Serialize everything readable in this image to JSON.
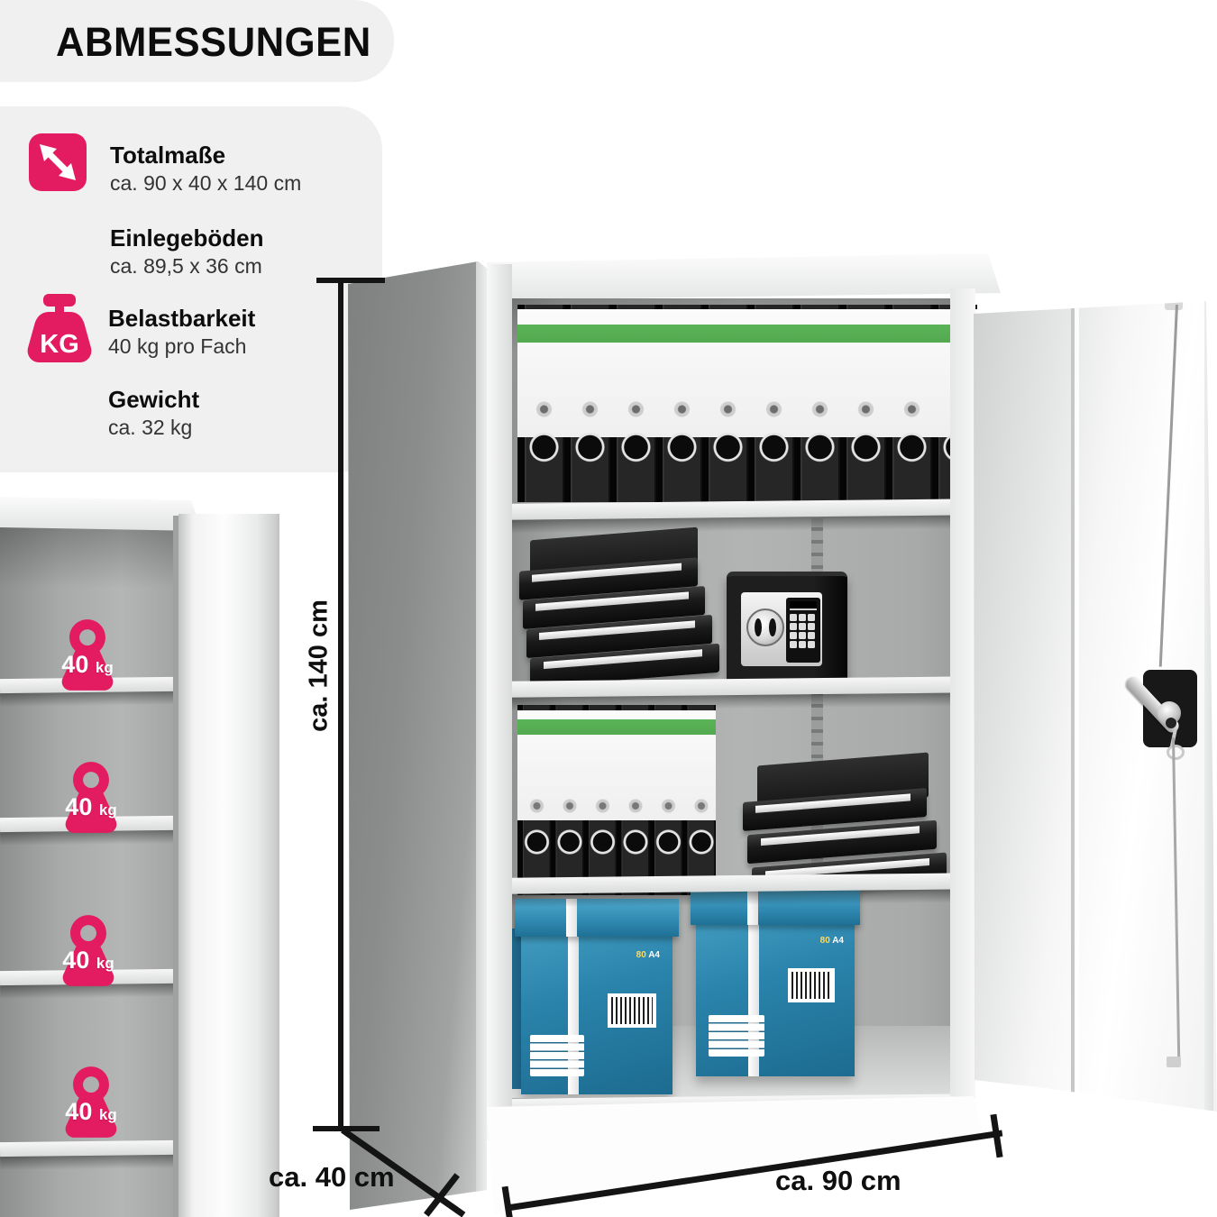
{
  "header": {
    "title": "ABMESSUNGEN"
  },
  "specs": {
    "items": [
      {
        "label": "Totalmaße",
        "value": "ca. 90 x 40 x 140 cm",
        "icon": "diagonal-arrows-icon"
      },
      {
        "label": "Einlegeböden",
        "value": "ca. 89,5 x 36 cm",
        "icon": ""
      },
      {
        "label": "Belastbarkeit",
        "value": "40 kg pro Fach",
        "icon": "kg-weight-icon",
        "icon_text": "KG"
      },
      {
        "label": "Gewicht",
        "value": "ca. 32 kg",
        "icon": ""
      }
    ]
  },
  "dimensions": {
    "height_label": "ca. 140 cm",
    "depth_label": "ca. 40 cm",
    "width_label": "ca. 90 cm"
  },
  "shelf_load_badges": [
    {
      "value": "40",
      "unit": "kg"
    },
    {
      "value": "40",
      "unit": "kg"
    },
    {
      "value": "40",
      "unit": "kg"
    },
    {
      "value": "40",
      "unit": "kg"
    }
  ],
  "paper_boxes": {
    "weight_text": "80",
    "size_text": "A4"
  },
  "scene": {
    "top_shelf": "10 black lever-arch binders with green label stripes",
    "second_shelf": "stack of black letter trays and electronic safe with keypad",
    "third_shelf": "6 black binders and stack of black letter trays",
    "bottom_shelf": "2 blue A4 copy-paper boxes"
  },
  "colors": {
    "accent_pink": "#e31b60",
    "panel_gray": "#f0f0f0",
    "binder_green": "#5bb357",
    "box_blue": "#2a84ac"
  }
}
